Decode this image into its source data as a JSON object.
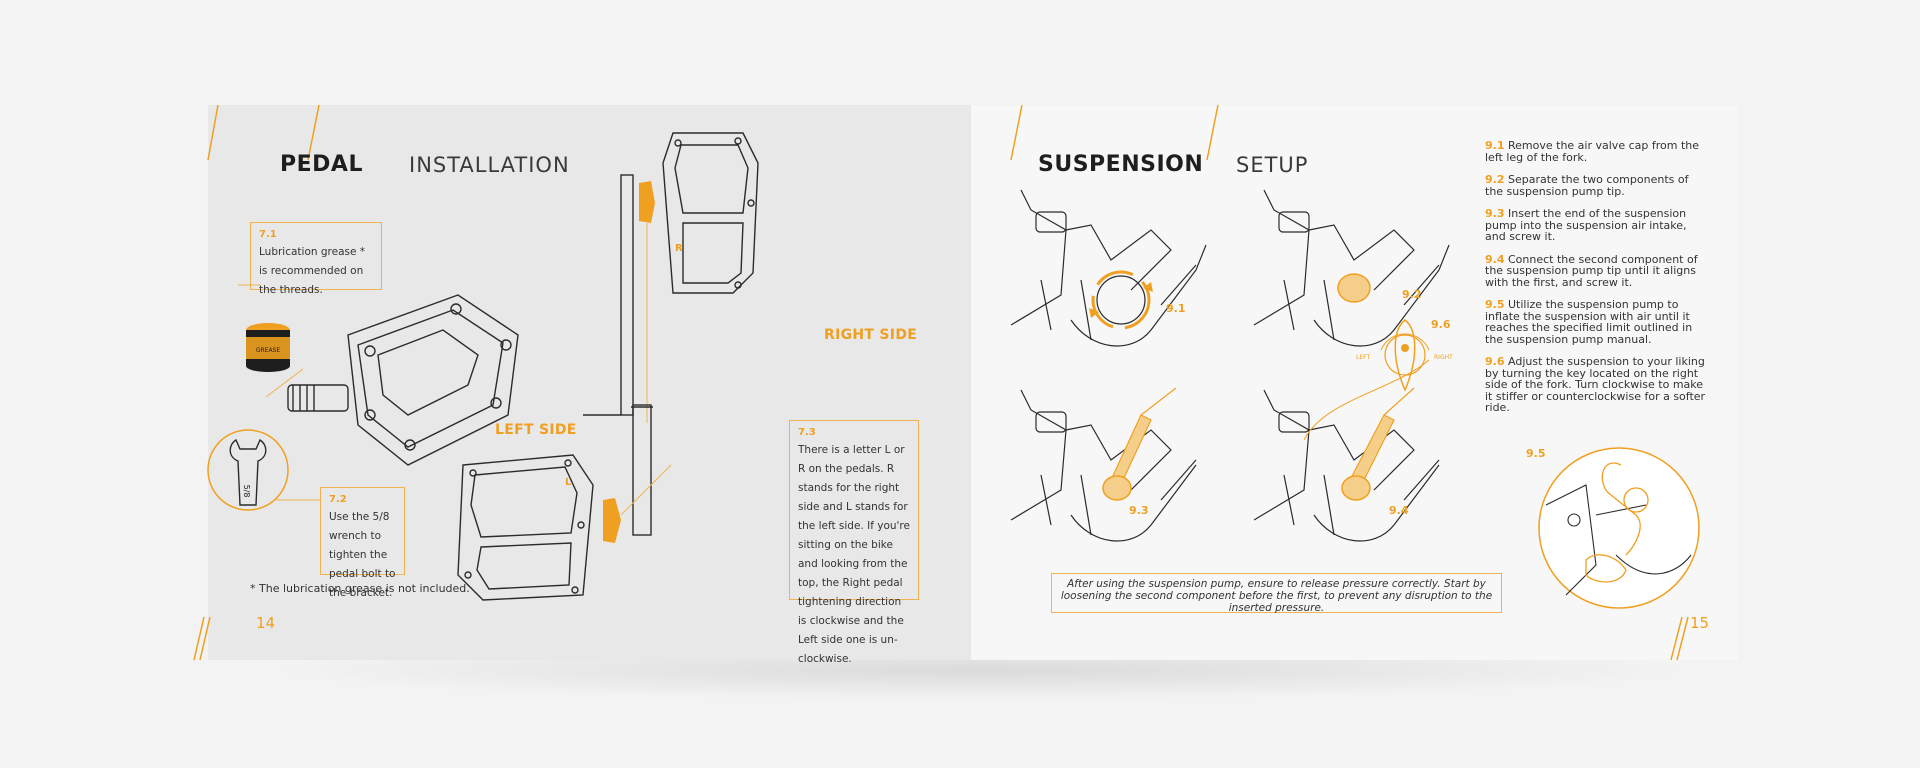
{
  "left_page": {
    "title_bold": "PEDAL",
    "title_light": "INSTALLATION",
    "step_7_1": {
      "number": "7.1",
      "text": "Lubrication grease * is recommended on the threads."
    },
    "grease_label": "GREASE",
    "step_7_2": {
      "number": "7.2",
      "text": "Use the 5/8 wrench to tighten the pedal bolt to the bracket."
    },
    "wrench_label": "5/8",
    "step_7_3": {
      "number": "7.3",
      "text": "There is a letter L or R on the pedals. R stands for the right side and L stands for the left side. If you're sitting on the bike and looking from the top, the Right pedal tightening direction is clockwise and the Left side one is un-clockwise."
    },
    "right_side_label": "RIGHT SIDE",
    "left_side_label": "LEFT SIDE",
    "pedal_r_mark": "R",
    "pedal_l_mark": "L",
    "footnote": "* The lubrication grease is not included.",
    "page_number": "14"
  },
  "right_page": {
    "title_bold": "SUSPENSION",
    "title_light": "SETUP",
    "figure_labels": {
      "f1": "9.1",
      "f2": "9.2",
      "f3": "9.3",
      "f4": "9.4",
      "f5": "9.5",
      "f6": "9.6"
    },
    "dial_left": "LEFT",
    "dial_right": "RIGHT",
    "instructions": [
      {
        "number": "9.1",
        "text": "Remove the air valve cap from the left leg of the fork."
      },
      {
        "number": "9.2",
        "text": "Separate the two components of the suspension pump tip."
      },
      {
        "number": "9.3",
        "text": "Insert the end of the suspension pump into the suspension air intake, and screw it."
      },
      {
        "number": "9.4",
        "text": "Connect the second component of the suspension pump tip until it aligns with the first, and screw it."
      },
      {
        "number": "9.5",
        "text": "Utilize the suspension pump to inflate the suspension with air until it reaches the specified limit outlined in the suspension pump manual."
      },
      {
        "number": "9.6",
        "text": "Adjust the suspension to your liking by turning the key located on the right side of the fork. Turn clockwise to make it stiffer or counterclockwise for a softer ride."
      }
    ],
    "warning": "After using the suspension pump, ensure to release pressure correctly. Start by loosening the second component before the first, to prevent any disruption to the inserted pressure.",
    "page_number": "15"
  },
  "colors": {
    "accent": "#f0a020",
    "left_page_bg": "#e8e8e8",
    "right_page_bg": "#f7f7f7",
    "line": "#2b2b2b"
  }
}
